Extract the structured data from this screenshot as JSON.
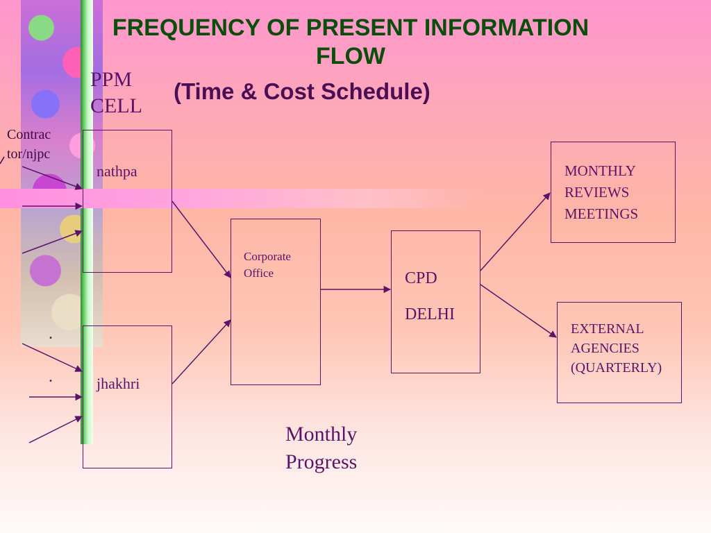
{
  "title": {
    "line1": "FREQUENCY OF PRESENT INFORMATION",
    "line2": "FLOW",
    "subtitle": "(Time & Cost Schedule)"
  },
  "labels": {
    "ppm_cell_line1": "PPM",
    "ppm_cell_line2": "CELL",
    "contractor_line1": "Contrac",
    "contractor_line2": "tor/njpc",
    "dot1": ".",
    "dot2": ".",
    "monthly_progress_line1": "Monthly",
    "monthly_progress_line2": "Progress"
  },
  "nodes": {
    "nathpa": "nathpa",
    "jhakhri": "jhakhri",
    "corporate_office_line1": "Corporate",
    "corporate_office_line2": "Office",
    "cpd_line1": "CPD",
    "cpd_line2": "DELHI",
    "monthly_reviews_line1": "MONTHLY",
    "monthly_reviews_line2": "REVIEWS",
    "monthly_reviews_line3": "MEETINGS",
    "external_line1": "EXTERNAL",
    "external_line2": "AGENCIES",
    "external_line3": "(QUARTERLY)"
  },
  "colors": {
    "title": "#0b4d0b",
    "text": "#5a1368",
    "arrow": "#5a1368"
  }
}
